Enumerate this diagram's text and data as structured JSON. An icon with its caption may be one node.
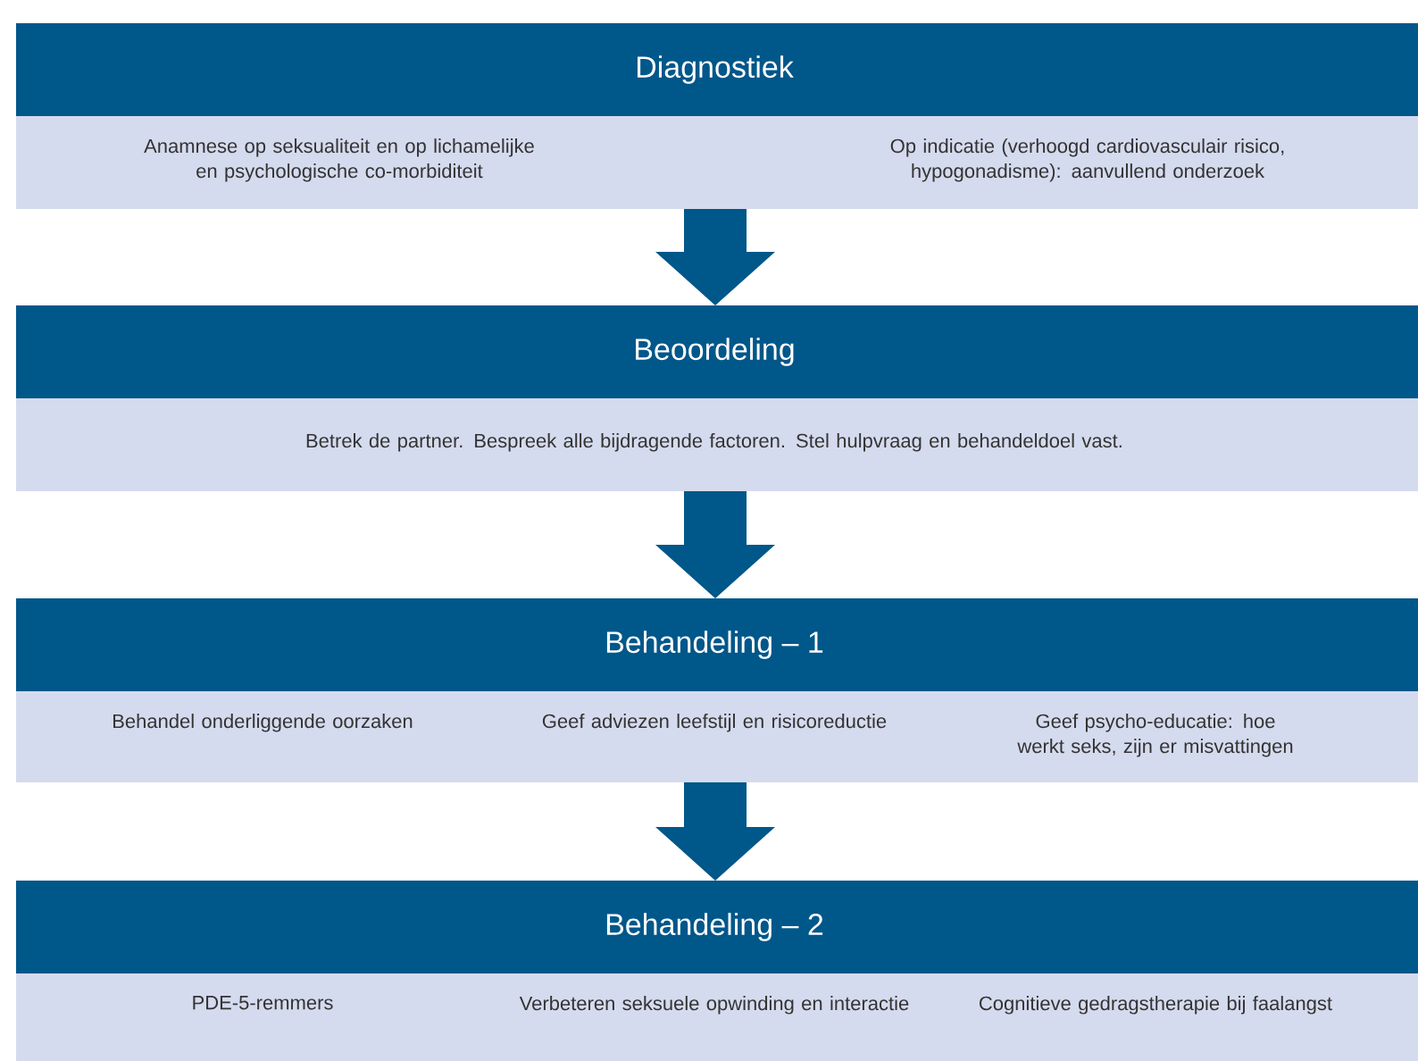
{
  "diagram": {
    "nodes": [
      {
        "text": [
          "Diagnostiek",
          "Anamnese op seksualiteit en op lichamelijke en psychologische co-morbiditeit",
          "Op indicatie (verhoogd cardiovasculair risico, hypogonadisme): aanvullend onderzoek"
        ]
      },
      {
        "text": [
          "Beoordeling",
          "Betrek de partner. Bespreek alle bijdragende factoren. Stel hulpvraag en behandeldoel vast."
        ]
      },
      {
        "text": [
          "Behandeling – 1",
          "Behandel onderliggende oorzaken",
          "Geef adviezen leefstijl en risicoreductie",
          "Geef psycho-educatie: hoe werkt seks, zijn er misvattingen"
        ]
      },
      {
        "text": [
          "Behandeling – 2",
          "PDE-5-remmers",
          "Verbeteren seksuele opwinding en interactie",
          "Cognitieve gedragstherapie bij faalangst"
        ]
      }
    ],
    "edges": [
      {
        "from": 0,
        "to": 1,
        "arrow": "to"
      },
      {
        "from": 1,
        "to": 2,
        "arrow": "to"
      },
      {
        "from": 2,
        "to": 3,
        "arrow": "to"
      }
    ]
  }
}
